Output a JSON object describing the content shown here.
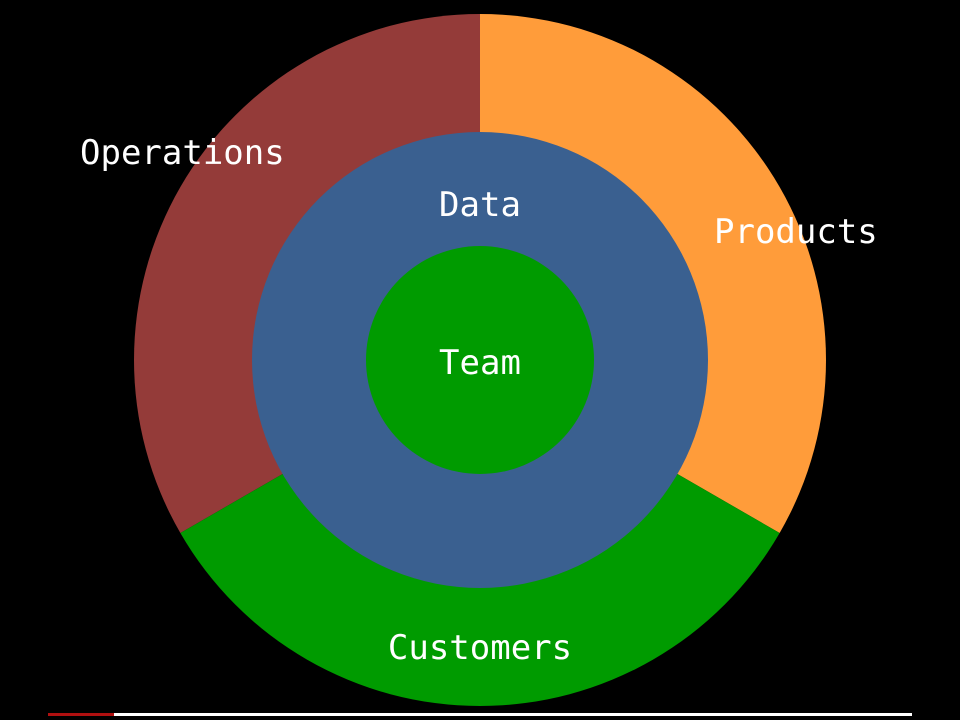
{
  "diagram": {
    "outer_ring": [
      {
        "label": "Operations",
        "color": "#943b39",
        "start_deg": 240,
        "end_deg": 360
      },
      {
        "label": "Products",
        "color": "#ff9c3a",
        "start_deg": 0,
        "end_deg": 120
      },
      {
        "label": "Customers",
        "color": "#009b00",
        "start_deg": 120,
        "end_deg": 240
      }
    ],
    "middle_ring": {
      "label": "Data",
      "color": "#3a6090"
    },
    "core": {
      "label": "Team",
      "color": "#009b00"
    },
    "background": "#000000"
  },
  "slide_progress": {
    "fraction": 0.076,
    "fill_color": "#b01010",
    "track_color": "#ffffff"
  }
}
